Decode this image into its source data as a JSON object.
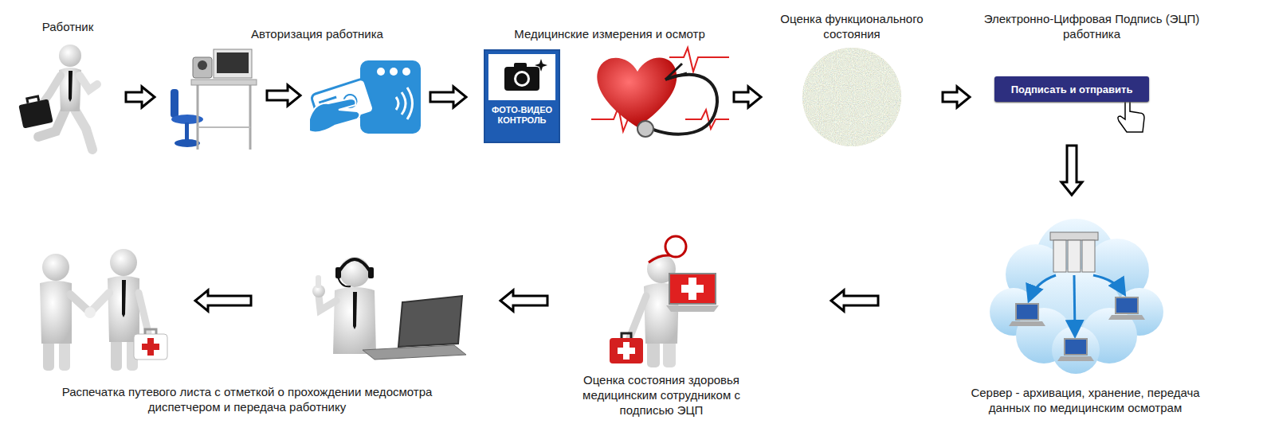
{
  "diagram": {
    "nodes": [
      {
        "text": [
          "Работник"
        ]
      },
      {
        "text": [
          "Авторизация работника"
        ]
      },
      {
        "text": [
          "Медицинские измерения и осмотр"
        ]
      },
      {
        "text": [
          "ФОТО-ВИДЕО КОНТРОЛЬ"
        ],
        "in": 2
      },
      {
        "text": [
          "Оценка функционального состояния"
        ]
      },
      {
        "text": [
          "Электронно-Цифровая Подпись (ЭЦП) работника"
        ]
      },
      {
        "text": [
          "Подписать и отправить"
        ],
        "in": 5
      },
      {
        "text": [
          "Сервер - архивация, хранение, передача данных по медицинским осмотрам"
        ]
      },
      {
        "text": [
          "Оценка состояния здоровья медицинским сотрудником с подписью ЭЦП"
        ]
      },
      {
        "text": [
          "Распечатка путевого листа с отметкой о прохождении медосмотра диспетчером и передача работнику"
        ]
      }
    ],
    "edges": [
      {
        "from": 0,
        "to": 1,
        "arrow": "to"
      },
      {
        "from": 1,
        "to": 2,
        "arrow": "to"
      },
      {
        "from": 2,
        "to": 4,
        "arrow": "to"
      },
      {
        "from": 4,
        "to": 5,
        "arrow": "to"
      },
      {
        "from": 5,
        "to": 7,
        "arrow": "to"
      },
      {
        "from": 7,
        "to": 8,
        "arrow": "to"
      },
      {
        "from": 8,
        "to": 9,
        "arrow": "to"
      }
    ]
  }
}
